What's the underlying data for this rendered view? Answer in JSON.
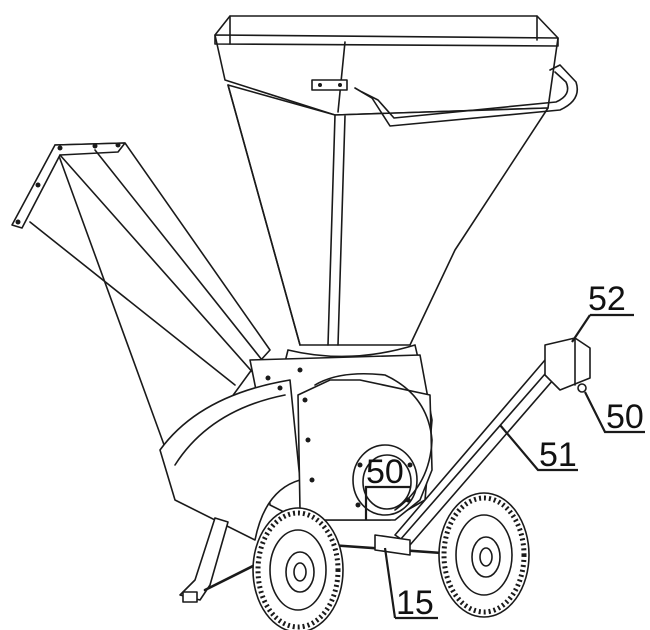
{
  "callouts": [
    {
      "id": "c52",
      "text": "52"
    },
    {
      "id": "c50a",
      "text": "50"
    },
    {
      "id": "c51",
      "text": "51"
    },
    {
      "id": "c50b",
      "text": "50"
    },
    {
      "id": "c15",
      "text": "15"
    }
  ],
  "colors": {
    "line": "#1a1a1a",
    "background": "#ffffff"
  }
}
